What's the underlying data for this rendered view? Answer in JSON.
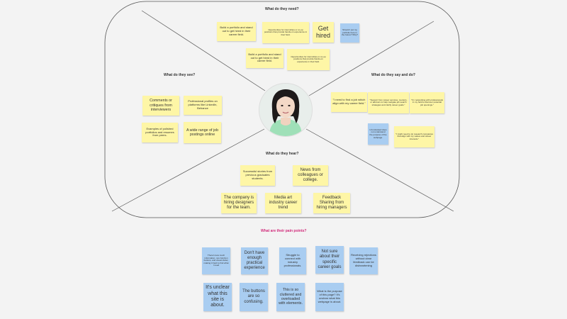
{
  "headings": {
    "need": "What do they need?",
    "see": "What do they see?",
    "say": "What do they say and do?",
    "hear": "What do they hear?",
    "pain": "What are their pain points?"
  },
  "notes": {
    "need_portfolio_1": "Build a portfolio and stand out to get hired in their career field.",
    "need_internships_1": "Opportunities for internships or co-op positions that provide hands-on experience in their field.",
    "need_get_hired": "Get hired",
    "need_put_portfolio": "Should I put my portfolio here in the future? Why?",
    "need_portfolio_2": "Build a portfolio and stand out to get hired in their career field.",
    "need_internships_2": "Opportunities for internships or co-op positions that provide hands-on experience in their field.",
    "see_comments": "Comments or critiques from interviewers",
    "see_profiles": "Professional profiles on platforms like LinkedIn, Behance",
    "see_examples": "Examples of polished portfolios and resumes from peers.",
    "see_job_postings": "A wide range of job postings online",
    "say_need_job": "\"I need to find a job which align with my career field.\"",
    "say_support": "\"Support from career services, mentors, or advisors to help navigate job search strategies and clarify career goals.\"",
    "say_networking": "\"I'm networking with professionals in my field to discover potential job openings.\"",
    "say_unmotivated": "Unmotivated does not understand the purpose of the webpage.",
    "say_research": "\"I might need to do research companies that align with my values and career interests.\"",
    "hear_success": "Successful stories from previous graduates students.",
    "hear_news": "News from colleagues or college.",
    "hear_hiring": "The company is hiring designers for the team.",
    "hear_media_art": "Media art industry career trend",
    "hear_feedback": "Feedback Sharing from hiring managers",
    "pain_less_info": "There's less much information, non-function buttons, and visual clutter, making it hard to find what I need",
    "pain_experience": "Don't have enough practical experience",
    "pain_connect": "Struggle to connect with industry professionals.",
    "pain_goals": "Not sure about their specific career goals",
    "pain_rejections": "Receiving rejections without clear feedback can be disheartening",
    "pain_unclear": "It's unclear what this site is about.",
    "pain_buttons": "The buttons are so confusing.",
    "pain_cluttered": "This is so cluttered and overloaded with elements.",
    "pain_purpose": "What is the purpose of this page? It's unclear what this webpage is about."
  }
}
